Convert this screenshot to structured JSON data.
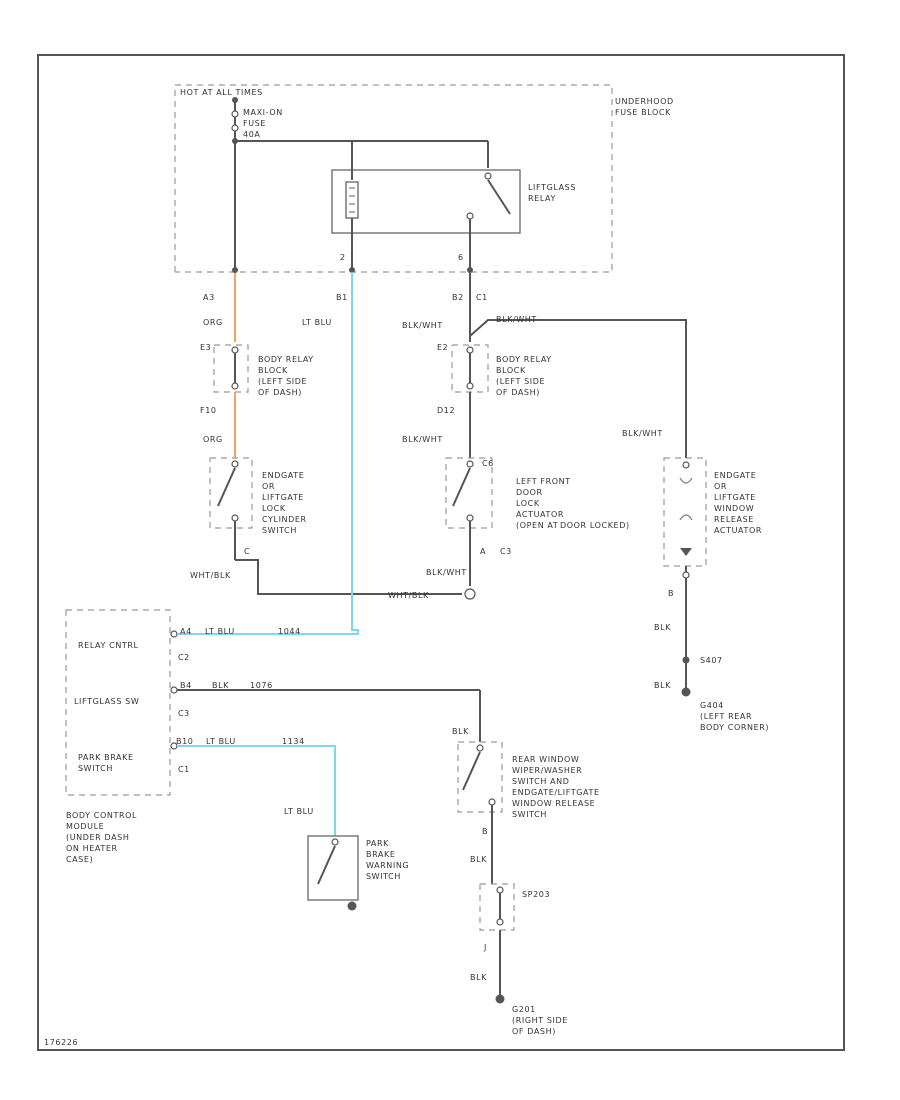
{
  "figure_id": "176226",
  "underhood_fuse_block": {
    "bus_label": "HOT AT ALL TIMES",
    "fuse_label": [
      "MAXI-ON",
      "FUSE",
      "40A"
    ],
    "block_label": [
      "UNDERHOOD",
      "FUSE BLOCK"
    ],
    "relay_label": [
      "LIFTGLASS",
      "RELAY"
    ],
    "pin_left": "2",
    "pin_right": "6"
  },
  "left_circuit": {
    "connector": "A3",
    "wire_top": "ORG",
    "body_relay_pin_top": "E3",
    "body_relay_pin_bottom": "F10",
    "body_relay_label": [
      "BODY RELAY",
      "BLOCK",
      "(LEFT SIDE",
      "OF DASH)"
    ],
    "wire_bottom": "ORG",
    "switch_label": [
      "ENDGATE",
      "OR",
      "LIFTGATE",
      "LOCK",
      "CYLINDER",
      "SWITCH"
    ],
    "switch_pin": "C",
    "wire_return": "WHT/BLK"
  },
  "middle_circuit": {
    "connector": "B1",
    "wire": "LT BLU"
  },
  "right_circuit": {
    "connector": "B2",
    "connector2": "C1",
    "wire_top": "BLK/WHT",
    "wire_branch": "BLK/WHT",
    "body_relay_pin_top": "E2",
    "body_relay_pin_bottom": "D12",
    "body_relay_label": [
      "BODY RELAY",
      "BLOCK",
      "(LEFT SIDE",
      "OF DASH)"
    ],
    "wire_mid": "BLK/WHT",
    "actuator_pin_top": "C6",
    "actuator_label": [
      "LEFT FRONT",
      "DOOR",
      "LOCK",
      "ACTUATOR",
      "(OPEN AT",
      "DOOR LOCKED)"
    ],
    "actuator_pin_bottom": "A",
    "actuator_connector": "C3",
    "wire_bottom": "BLK/WHT",
    "wire_return": "WHT/BLK"
  },
  "endgate_actuator": {
    "wire_in": "BLK/WHT",
    "label": [
      "ENDGATE",
      "OR",
      "LIFTGATE",
      "WINDOW",
      "RELEASE",
      "ACTUATOR"
    ],
    "pin": "B",
    "wire_out": "BLK",
    "splice": "S407",
    "wire_ground": "BLK",
    "ground_label": [
      "G404",
      "(LEFT REAR",
      "BODY CORNER)"
    ]
  },
  "body_control_module": {
    "inputs": [
      {
        "label": [
          "RELAY CNTRL"
        ],
        "pin": "A4",
        "wire": "LT BLU",
        "circuit": "1044",
        "connector": "C2"
      },
      {
        "label": [
          "LIFTGLASS SW"
        ],
        "pin": "B4",
        "wire": "BLK",
        "circuit": "1076",
        "connector": "C3"
      },
      {
        "label": [
          "PARK BRAKE",
          "SWITCH"
        ],
        "pin": "B10",
        "wire": "LT BLU",
        "circuit": "1134",
        "connector": "C1"
      }
    ],
    "module_label": [
      "BODY CONTROL",
      "MODULE",
      "(UNDER DASH",
      "ON HEATER",
      "CASE)"
    ]
  },
  "park_brake_switch": {
    "wire": "LT BLU",
    "label": [
      "PARK",
      "BRAKE",
      "WARNING",
      "SWITCH"
    ]
  },
  "rear_window_switch": {
    "wire_top": "BLK",
    "label": [
      "REAR WINDOW",
      "WIPER/WASHER",
      "SWITCH AND",
      "ENDGATE/LIFTGATE",
      "WINDOW RELEASE",
      "SWITCH"
    ],
    "pin": "B",
    "wire_mid": "BLK",
    "connector_label": "SP203",
    "connector_pin": "J",
    "wire_bottom": "BLK",
    "ground_label": [
      "G201",
      "(RIGHT SIDE",
      "OF DASH)"
    ]
  }
}
